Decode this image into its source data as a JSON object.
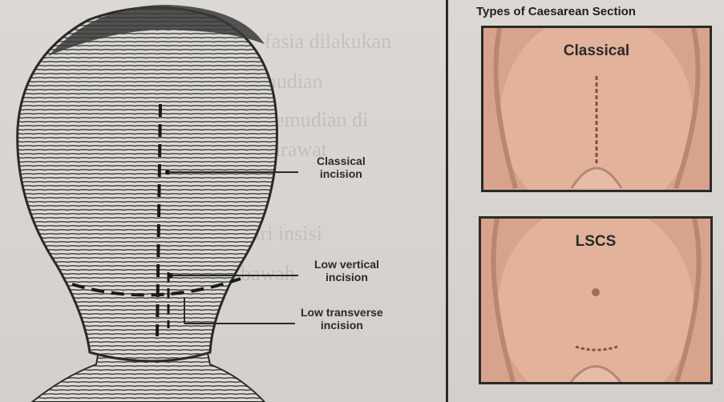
{
  "figure": {
    "left_labels": {
      "classical": [
        "Classical",
        "incision"
      ],
      "low_vertical": [
        "Low vertical",
        "incision"
      ],
      "low_transverse": [
        "Low transverse",
        "incision"
      ]
    },
    "right_panel": {
      "title": "Types of Caesarean Section",
      "photos": [
        {
          "label": "Classical"
        },
        {
          "label": "LSCS"
        }
      ]
    }
  }
}
